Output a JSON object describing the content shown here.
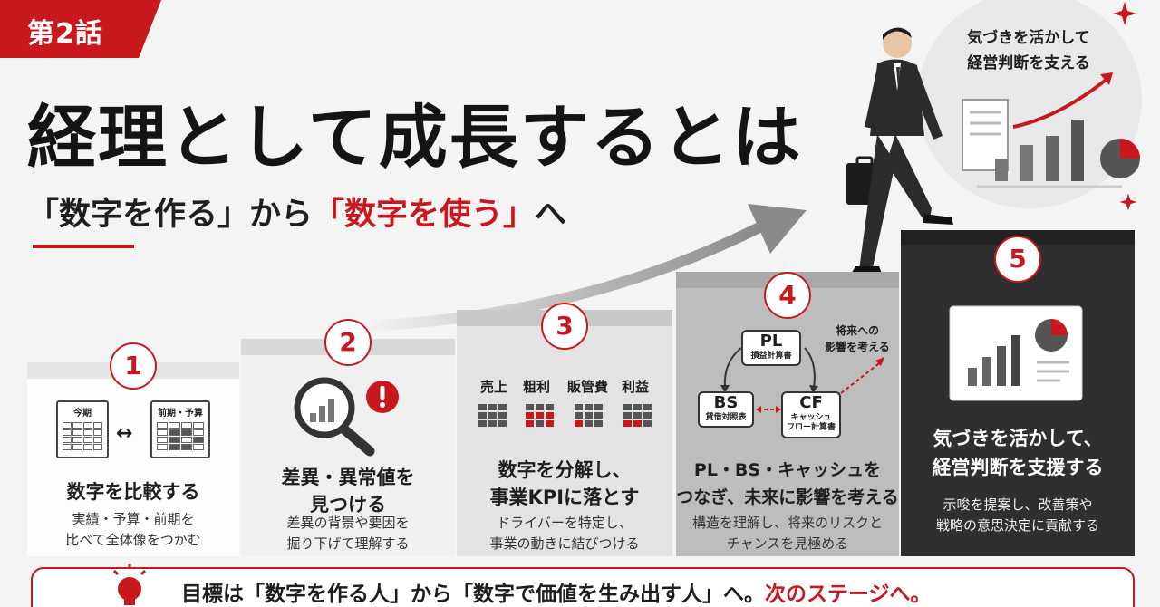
{
  "episode": {
    "label": "第2話"
  },
  "header": {
    "title": "経理として成長するとは",
    "subtitle_a": "「数字を作る」から",
    "subtitle_b": "「数字を使う」",
    "subtitle_c": "へ"
  },
  "bubble": {
    "line1": "気づきを活かして",
    "line2": "経営判断を支える"
  },
  "steps": [
    {
      "number": "1",
      "doc_left": "今期",
      "doc_right": "前期・予算",
      "title1": "数字を比較する",
      "desc1": "実績・予算・前期を",
      "desc2": "比べて全体像をつかむ"
    },
    {
      "number": "2",
      "title1": "差異・異常値を",
      "title2": "見つける",
      "desc1": "差異の背景や要因を",
      "desc2": "掘り下げて理解する"
    },
    {
      "number": "3",
      "kpis": [
        "売上",
        "粗利",
        "販管費",
        "利益"
      ],
      "title1": "数字を分解し、",
      "title2": "事業KPIに落とす",
      "desc1": "ドライバーを特定し、",
      "desc2": "事業の動きに結びつける"
    },
    {
      "number": "4",
      "pl": "PL",
      "pl_sub": "損益計算書",
      "bs": "BS",
      "bs_sub": "貸借対照表",
      "cf": "CF",
      "cf_sub1": "キャッシュ",
      "cf_sub2": "フロー計算書",
      "future1": "将来への",
      "future2": "影響を考える",
      "title1": "PL・BS・キャッシュを",
      "title2": "つなぎ、未来に影響を考える",
      "desc1": "構造を理解し、将来のリスクと",
      "desc2": "チャンスを見極める"
    },
    {
      "number": "5",
      "title1": "気づきを活かして、",
      "title2": "経営判断を支援する",
      "desc1": "示唆を提案し、改善策や",
      "desc2": "戦略の意思決定に貢献する"
    }
  ],
  "banner": {
    "text_a": "目標は「数字を作る人」から「数字で価値を生み出す人」へ。",
    "text_b": "次のステージへ。"
  },
  "colors": {
    "accent": "#c9171e",
    "dark": "#2f2f31",
    "text": "#1e1e1e"
  },
  "icons": [
    "lightbulb-icon",
    "magnifier-chart-icon",
    "alert-icon",
    "report-chart-icon",
    "growth-arrow-icon",
    "businessman-illustration"
  ]
}
